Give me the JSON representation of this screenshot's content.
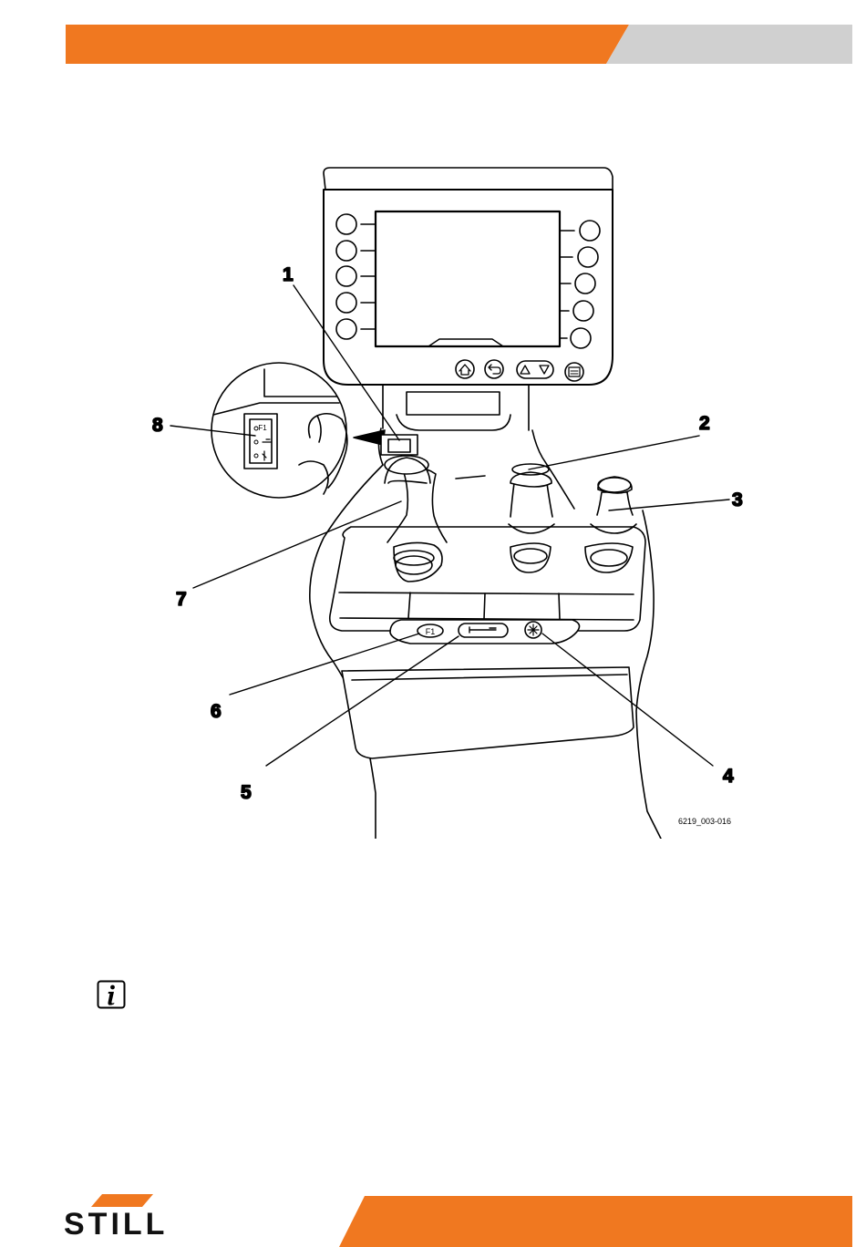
{
  "colors": {
    "accent": "#f07820",
    "gray_band": "#d0d0d0",
    "line": "#000000"
  },
  "figure": {
    "code": "6219_003-016",
    "callouts": [
      "1",
      "2",
      "3",
      "4",
      "5",
      "6",
      "7",
      "8"
    ],
    "panel_labels": {
      "f1": "F1"
    }
  },
  "icons": {
    "info": "info-icon",
    "home": "home-icon",
    "back": "back-icon",
    "menu": "menu-icon"
  },
  "brand": {
    "logo_text": "STILL"
  }
}
